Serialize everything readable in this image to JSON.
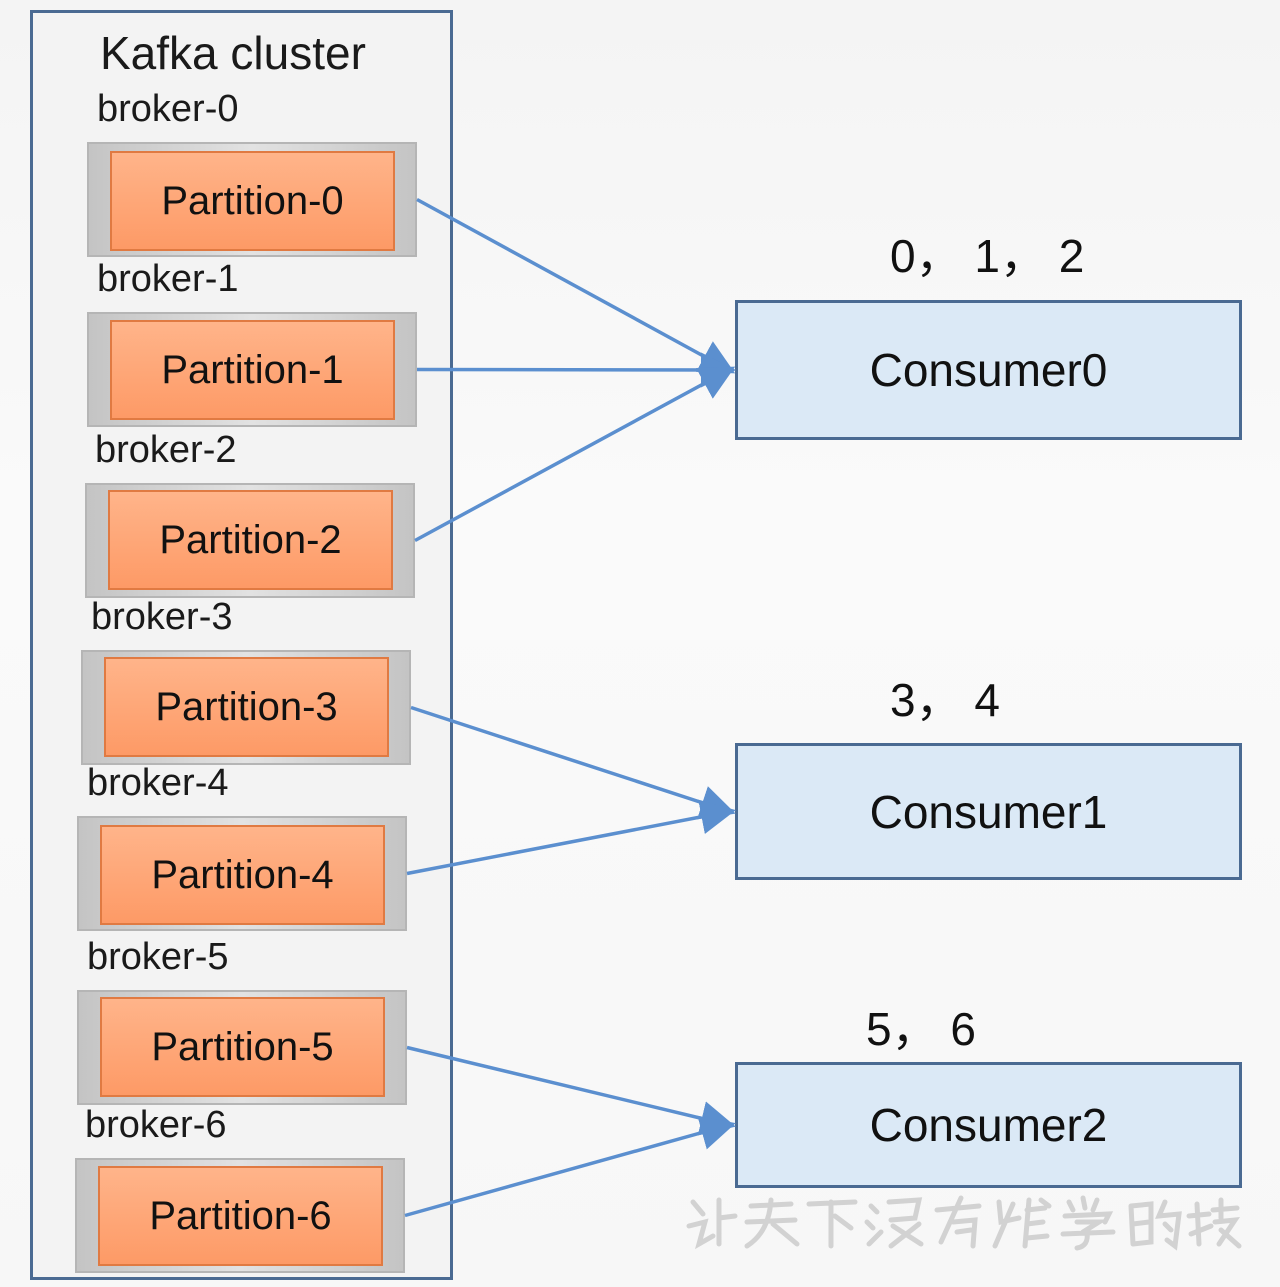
{
  "cluster": {
    "title": "Kafka cluster",
    "brokers": [
      {
        "label": "broker-0",
        "partition": "Partition-0"
      },
      {
        "label": "broker-1",
        "partition": "Partition-1"
      },
      {
        "label": "broker-2",
        "partition": "Partition-2"
      },
      {
        "label": "broker-3",
        "partition": "Partition-3"
      },
      {
        "label": "broker-4",
        "partition": "Partition-4"
      },
      {
        "label": "broker-5",
        "partition": "Partition-5"
      },
      {
        "label": "broker-6",
        "partition": "Partition-6"
      }
    ]
  },
  "consumers": [
    {
      "name": "Consumer0",
      "assignment": "0，  1，  2"
    },
    {
      "name": "Consumer1",
      "assignment": "3，  4"
    },
    {
      "name": "Consumer2",
      "assignment": "5，  6"
    }
  ],
  "edges": [
    {
      "from": "Partition-0",
      "to": "Consumer0"
    },
    {
      "from": "Partition-1",
      "to": "Consumer0"
    },
    {
      "from": "Partition-2",
      "to": "Consumer0"
    },
    {
      "from": "Partition-3",
      "to": "Consumer1"
    },
    {
      "from": "Partition-4",
      "to": "Consumer1"
    },
    {
      "from": "Partition-5",
      "to": "Consumer2"
    },
    {
      "from": "Partition-6",
      "to": "Consumer2"
    }
  ],
  "watermark": "让天下没有难学的技术",
  "colors": {
    "partition_fill": "#fd9a66",
    "consumer_fill": "#dbe9f6",
    "border": "#4a6a92",
    "arrow": "#5b8fcf"
  }
}
